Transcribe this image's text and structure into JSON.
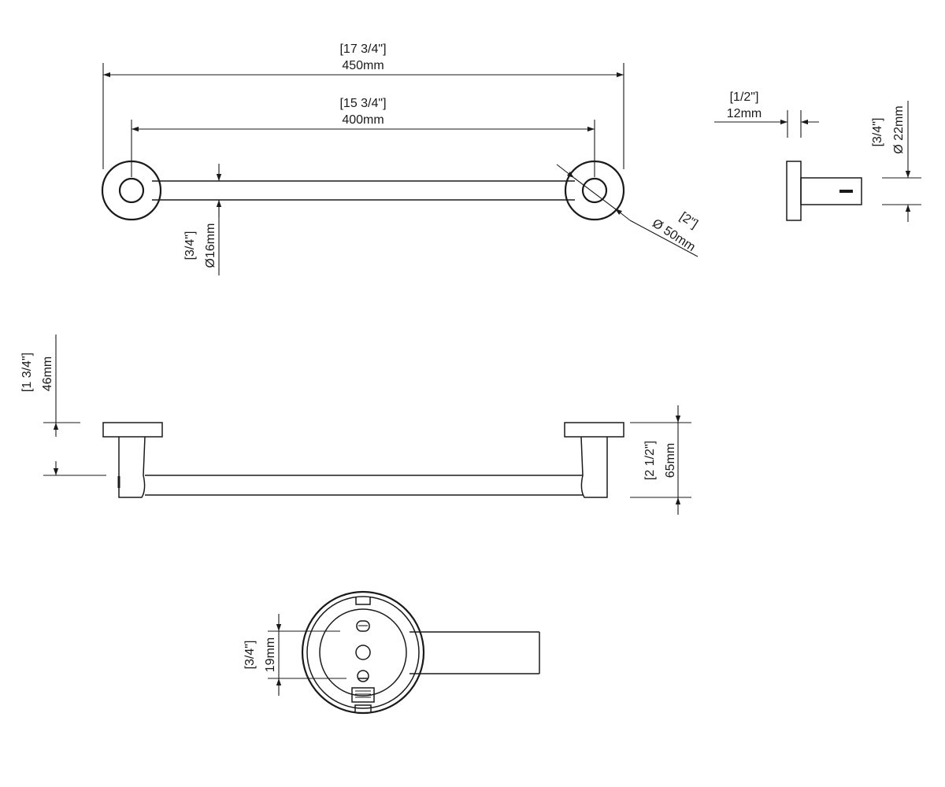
{
  "dimensions": {
    "overall_length": {
      "imperial": "[17 3/4\"]",
      "metric": "450mm"
    },
    "center_length": {
      "imperial": "[15 3/4\"]",
      "metric": "400mm"
    },
    "bar_diameter": {
      "imperial": "[3/4\"]",
      "metric": "Ø16mm"
    },
    "flange_diameter": {
      "imperial": "[2\"]",
      "metric": "Ø 50mm"
    },
    "flange_thickness": {
      "imperial": "[1/2\"]",
      "metric": "12mm"
    },
    "post_diameter": {
      "imperial": "[3/4\"]",
      "metric": "Ø 22mm"
    },
    "bar_offset": {
      "imperial": "[1 3/4\"]",
      "metric": "46mm"
    },
    "total_projection": {
      "imperial": "[2 1/2\"]",
      "metric": "65mm"
    },
    "screw_spacing": {
      "imperial": "[3/4\"]",
      "metric": "19mm"
    }
  },
  "colors": {
    "line": "#1a1a1a",
    "background": "#ffffff"
  }
}
